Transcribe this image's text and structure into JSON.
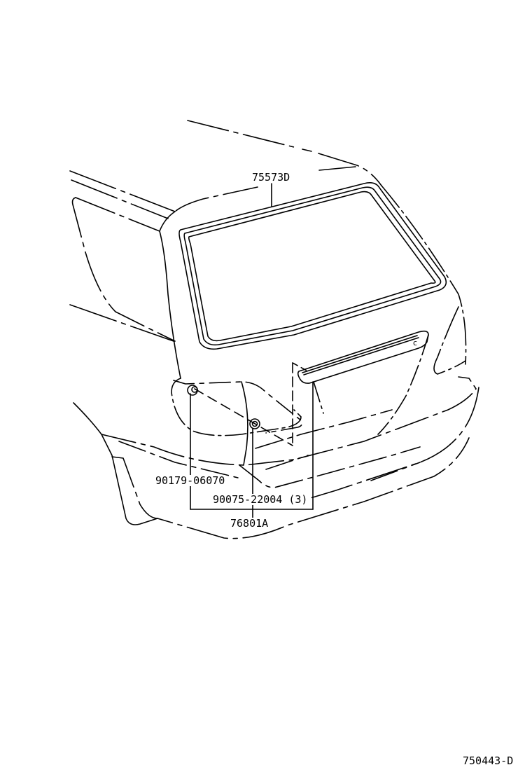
{
  "diagram": {
    "type": "parts-illustration",
    "subject": "rear hatch / back door glass and garnish exploded view",
    "colors": {
      "line": "#000000",
      "background": "#ffffff"
    }
  },
  "callouts": [
    {
      "id": "part-75573D",
      "label": "75573D"
    },
    {
      "id": "part-90179-06070",
      "label": "90179-06070"
    },
    {
      "id": "part-90075-22004",
      "label": "90075-22004 (3)"
    },
    {
      "id": "part-76801A",
      "label": "76801A"
    }
  ],
  "reference": {
    "figure_id": "750443-D"
  }
}
